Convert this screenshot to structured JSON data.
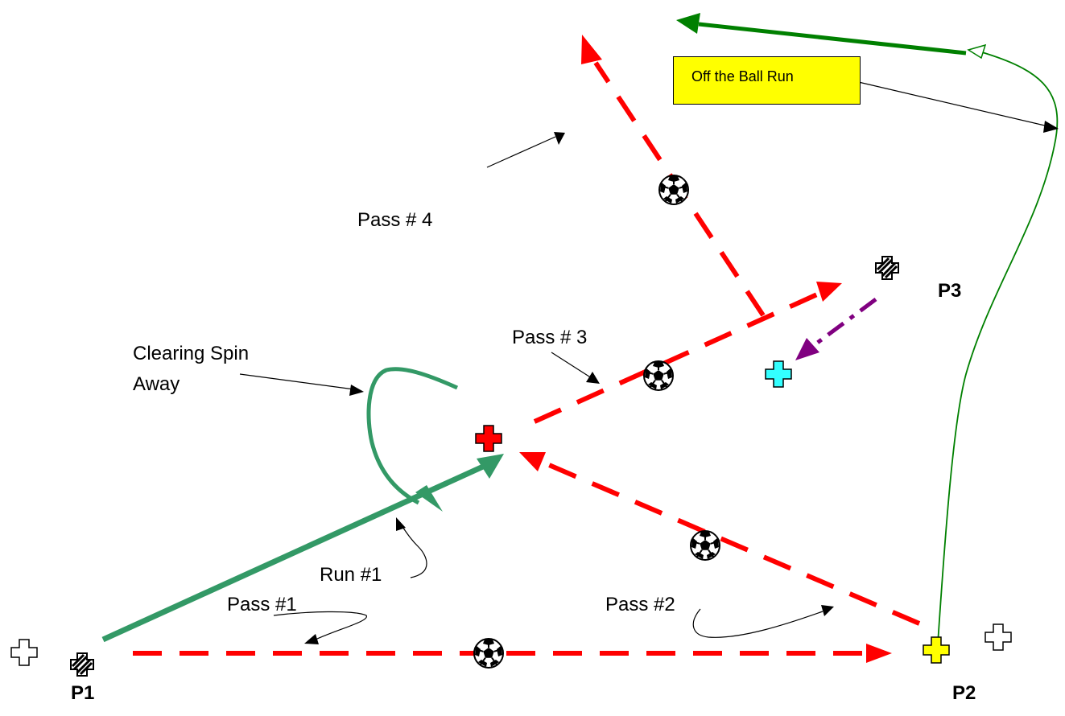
{
  "labels": {
    "pass1": "Pass #1",
    "pass2": "Pass #2",
    "pass3": "Pass # 3",
    "pass4": "Pass # 4",
    "run1": "Run #1",
    "clearing_line1": "Clearing Spin",
    "clearing_line2": "Away",
    "off_ball_run": "Off  the Ball Run"
  },
  "players": {
    "p1": "P1",
    "p2": "P2",
    "p3": "P3"
  },
  "colors": {
    "pass": "#ff0000",
    "run": "#339966",
    "off_ball": "#008000",
    "purple_move": "#800080",
    "callout_bg": "#ffff00",
    "cone_red": "#ff0000",
    "cone_yellow": "#ffff00",
    "cone_cyan": "#33ffff",
    "cone_white": "#ffffff"
  },
  "icons": [
    "soccer-ball-icon",
    "striped-player-icon",
    "cross-cone-icon"
  ]
}
